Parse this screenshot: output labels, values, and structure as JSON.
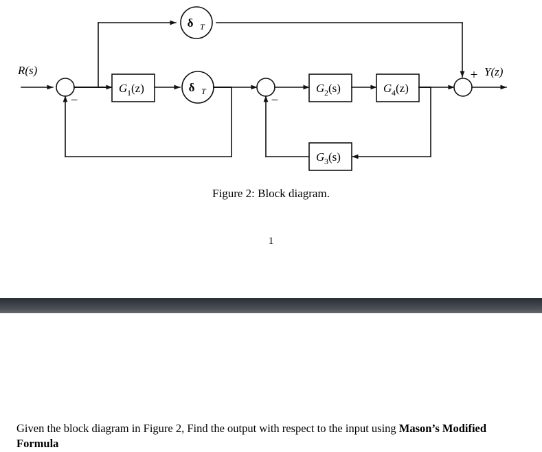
{
  "document": {
    "figure": {
      "caption": "Figure 2: Block diagram.",
      "page_number": "1"
    },
    "prompt": {
      "lead": "Given the block diagram in Figure 2, Find the output with respect to the input using ",
      "emphasis": "Mason’s Modified Formula"
    }
  },
  "diagram": {
    "type": "control-block-diagram",
    "input_label": "R(s)",
    "output_label": "Y(z)",
    "blocks": [
      {
        "id": "G1",
        "name": "G",
        "subscript": "1",
        "arg": "(z)",
        "text": "G₁(z)"
      },
      {
        "id": "G2",
        "name": "G",
        "subscript": "2",
        "arg": "(s)",
        "text": "G₂(s)"
      },
      {
        "id": "G4",
        "name": "G",
        "subscript": "4",
        "arg": "(z)",
        "text": "G₄(z)"
      },
      {
        "id": "G3",
        "name": "G",
        "subscript": "3",
        "arg": "(s)",
        "text": "G₃(s)"
      }
    ],
    "samplers": [
      {
        "id": "deltaT_top",
        "symbol": "δ",
        "subscript": "T"
      },
      {
        "id": "deltaT_main",
        "symbol": "δ",
        "subscript": "T"
      }
    ],
    "summing_junctions": [
      {
        "id": "sum1",
        "feedback_sign": "−"
      },
      {
        "id": "sum2",
        "feedback_sign": "−"
      },
      {
        "id": "sum3",
        "feedforward_sign": "+"
      }
    ],
    "colors": {
      "line": "#111111",
      "fill": "#ffffff",
      "text": "#000000"
    }
  },
  "separator": {
    "color_top": "#2b3035",
    "color_bottom": "#646a70"
  }
}
